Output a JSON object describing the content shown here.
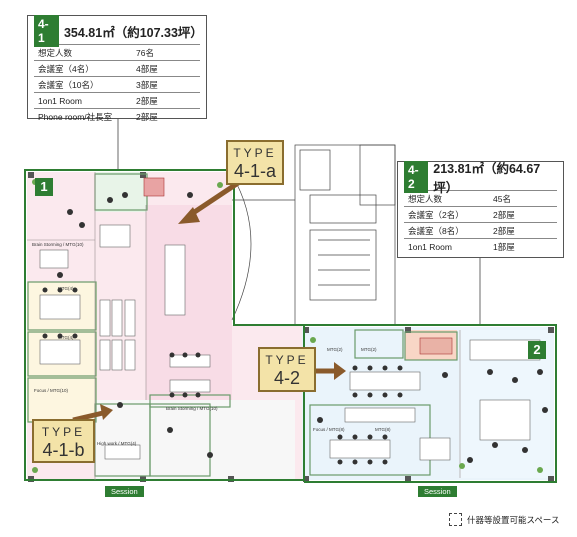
{
  "info_4_1": {
    "tag": "4-1",
    "area": "354.81㎡（約107.33坪）",
    "rows": [
      {
        "label": "想定人数",
        "value": "76名"
      },
      {
        "label": "会議室（4名）",
        "value": "4部屋"
      },
      {
        "label": "会議室（10名）",
        "value": "3部屋"
      },
      {
        "label": "1on1 Room",
        "value": "2部屋"
      },
      {
        "label": "Phone room/社長室",
        "value": "2部屋"
      }
    ]
  },
  "info_4_2": {
    "tag": "4-2",
    "area": "213.81㎡（約64.67坪）",
    "rows": [
      {
        "label": "想定人数",
        "value": "45名"
      },
      {
        "label": "会議室（2名）",
        "value": "2部屋"
      },
      {
        "label": "会議室（8名）",
        "value": "2部屋"
      },
      {
        "label": "1on1 Room",
        "value": "1部屋"
      }
    ]
  },
  "callouts": {
    "a": {
      "type": "TYPE",
      "name": "4-1-a"
    },
    "b": {
      "type": "TYPE",
      "name": "4-1-b"
    },
    "c": {
      "type": "TYPE",
      "name": "4-2"
    }
  },
  "zones": {
    "z1": "1",
    "z2": "2"
  },
  "session_left": "Session",
  "session_right": "Session",
  "legend": "什器等設置可能スペース",
  "room_labels": {
    "brainstorm_left": "Brain Storming / MTG(10)",
    "mtg4_a": "MTG(4)",
    "mtg4_b": "MTG(4)",
    "focus_left": "Focus / MTG(10)",
    "high_work": "High work / MTG(4)",
    "brainstorm_center": "Brain Storming / MTG(10)",
    "mtg2_a": "MTG(2)",
    "mtg2_b": "MTG(2)",
    "focus_right": "Focus / MTG(8)",
    "mtg8": "MTG(8)"
  },
  "colors": {
    "brand": "#2e7d32",
    "callout_bg": "#f3e3a8",
    "callout_border": "#8a6d2f",
    "arrow": "#8a5a2b"
  }
}
